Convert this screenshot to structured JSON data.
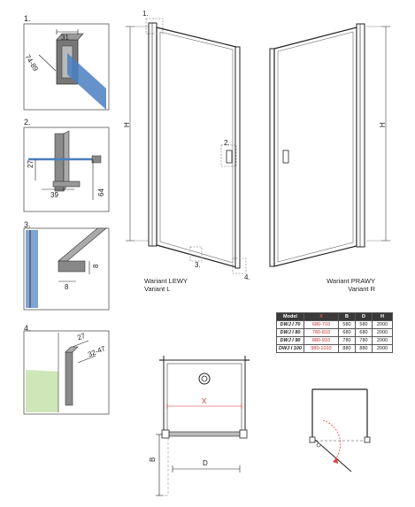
{
  "steps": {
    "s1": "1.",
    "s2": "2.",
    "s3": "3.",
    "s4": "4."
  },
  "detail_dims": {
    "d1_width": "31",
    "d1_range": "74-89",
    "d2_width": "39",
    "d2_height_small": "27",
    "d2_height": "64",
    "d3_a": "8",
    "d3_b": "8",
    "d4_a": "27",
    "d4_b": "32-47"
  },
  "door_left": {
    "height_label": "H",
    "callout_1": "1.",
    "callout_2": "2.",
    "callout_3": "3.",
    "callout_4": "4.",
    "variant_line1": "Wariant LEWY",
    "variant_line2": "Variant L"
  },
  "door_right": {
    "height_label": "H",
    "variant_line1": "Wariant PRAWY",
    "variant_line2": "Variant R"
  },
  "spec_table": {
    "headers": [
      "Model",
      "X",
      "B",
      "D",
      "H"
    ],
    "rows": [
      [
        "DWJ I 70",
        "680-710",
        "580",
        "580",
        "2000"
      ],
      [
        "DWJ I 80",
        "780-810",
        "680",
        "680",
        "2000"
      ],
      [
        "DWJ I 90",
        "880-910",
        "780",
        "780",
        "2000"
      ],
      [
        "DWJ I 100",
        "980-1010",
        "880",
        "880",
        "2000"
      ]
    ]
  },
  "plan_view": {
    "x_label": "X",
    "b_label": "B",
    "d_label": "D"
  },
  "colors": {
    "glass": "#4a7fc1",
    "wall_green": "#cfe6b8",
    "swing_arc": "#e04040",
    "dim_red": "#d03030",
    "dashed_box": "#999999"
  }
}
